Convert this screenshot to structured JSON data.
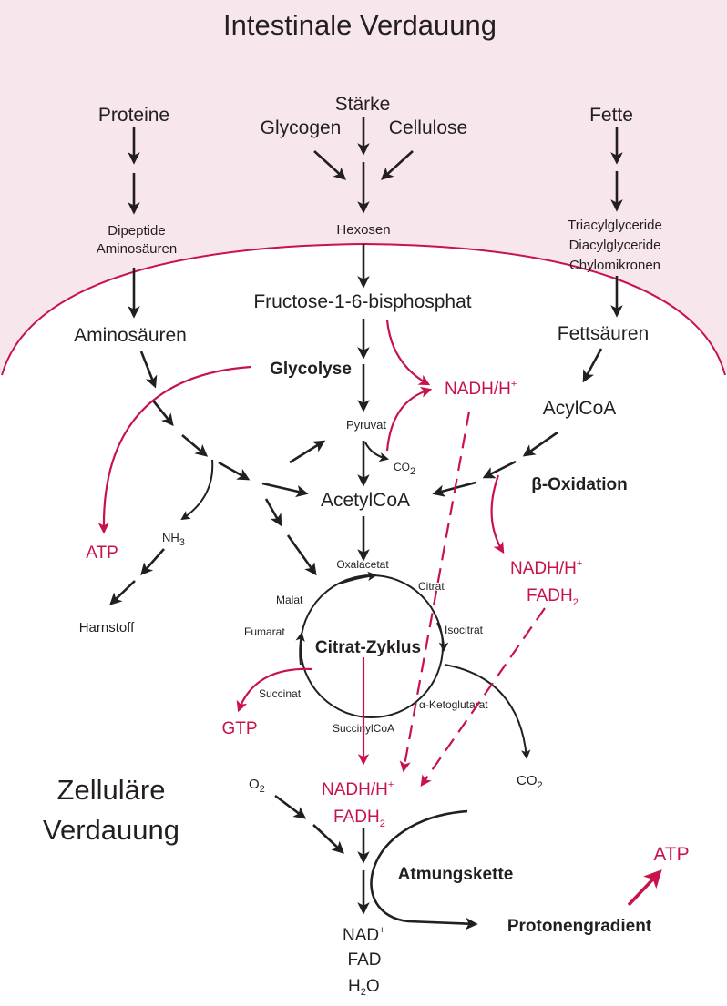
{
  "title": "Intestinale Verdauung",
  "cellular_title_1": "Zelluläre",
  "cellular_title_2": "Verdauung",
  "intestinal": {
    "proteine": "Proteine",
    "staerke": "Stärke",
    "glycogen": "Glycogen",
    "cellulose": "Cellulose",
    "fette": "Fette",
    "dipeptide": "Dipeptide",
    "aminosaeuren_i": "Aminosäuren",
    "hexosen": "Hexosen",
    "triacyl": "Triacylglyceride",
    "diacyl": "Diacylglyceride",
    "chylo": "Chylomikronen"
  },
  "cell": {
    "fructose": "Fructose-1-6-bisphosphat",
    "aminosaeuren": "Aminosäuren",
    "fettsaeuren": "Fettsäuren",
    "glycolyse": "Glycolyse",
    "nadh_top": "NADH/H",
    "acylcoa": "AcylCoA",
    "pyruvat": "Pyruvat",
    "co2_1": "CO",
    "co2_1_sub": "2",
    "acetylcoa": "AcetylCoA",
    "beta_oxidation": "β-Oxidation",
    "atp_left": "ATP",
    "nh3": "NH",
    "nh3_sub": "3",
    "harnstoff": "Harnstoff",
    "nadh_right": "NADH/H",
    "fadh_right": "FADH",
    "fadh_right_sub": "2",
    "oxalacetat": "Oxalacetat",
    "citrat": "Citrat",
    "malat": "Malat",
    "isocitrat": "Isocitrat",
    "fumarat": "Fumarat",
    "citrat_zyklus": "Citrat-Zyklus",
    "succinat": "Succinat",
    "ketoglutarat": "α-Ketoglutarat",
    "gtp": "GTP",
    "succinylcoa": "SuccinylCoA",
    "o2": "O",
    "o2_sub": "2",
    "nadh_bottom": "NADH/H",
    "fadh_bottom": "FADH",
    "fadh_bottom_sub": "2",
    "co2_2": "CO",
    "co2_2_sub": "2",
    "atmungskette": "Atmungskette",
    "atp_right": "ATP",
    "protonengradient": "Protonengradient",
    "nad": "NAD",
    "fad": "FAD",
    "h2o_h": "H",
    "h2o_sub": "2",
    "h2o_o": "O",
    "plus": "+"
  },
  "colors": {
    "accent": "#c8124a",
    "background_top": "#f7e6ec",
    "ink": "#231f20"
  }
}
